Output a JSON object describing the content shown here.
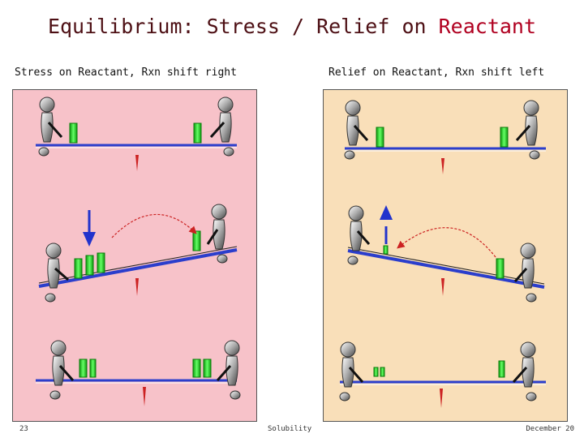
{
  "title": {
    "main": "Equilibrium:  Stress / Relief on",
    "highlight": "Reactant"
  },
  "left_panel": {
    "caption": "Stress on Reactant, Rxn shift right"
  },
  "right_panel": {
    "caption": "Relief on Reactant, Rxn shift left"
  },
  "footer": {
    "page": "23",
    "center": "Solubility",
    "date": "December 20"
  },
  "colors": {
    "left_bg": "#f7c2c9",
    "right_bg": "#f9dfb9",
    "beam": "#2b3ecc",
    "green": "#33cc33",
    "arrow_blue": "#2233cc",
    "arrow_red": "#cc2222",
    "title_red": "#b00020"
  }
}
